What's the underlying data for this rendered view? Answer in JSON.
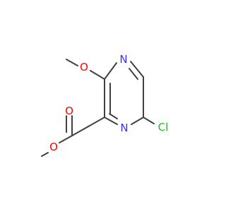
{
  "molecule": {
    "colors": {
      "bond": "#404040",
      "nitrogen": "#3333ff",
      "oxygen": "#ff0000",
      "chlorine": "#1fbf1f"
    },
    "atoms": [
      {
        "id": "n_top",
        "label": "N",
        "element": "nitrogen"
      },
      {
        "id": "n_bottom",
        "label": "N",
        "element": "nitrogen"
      },
      {
        "id": "o_ether",
        "label": "O",
        "element": "oxygen"
      },
      {
        "id": "o_carbonyl",
        "label": "O",
        "element": "oxygen"
      },
      {
        "id": "o_ester",
        "label": "O",
        "element": "oxygen"
      },
      {
        "id": "cl",
        "label": "Cl",
        "element": "chlorine"
      }
    ]
  }
}
